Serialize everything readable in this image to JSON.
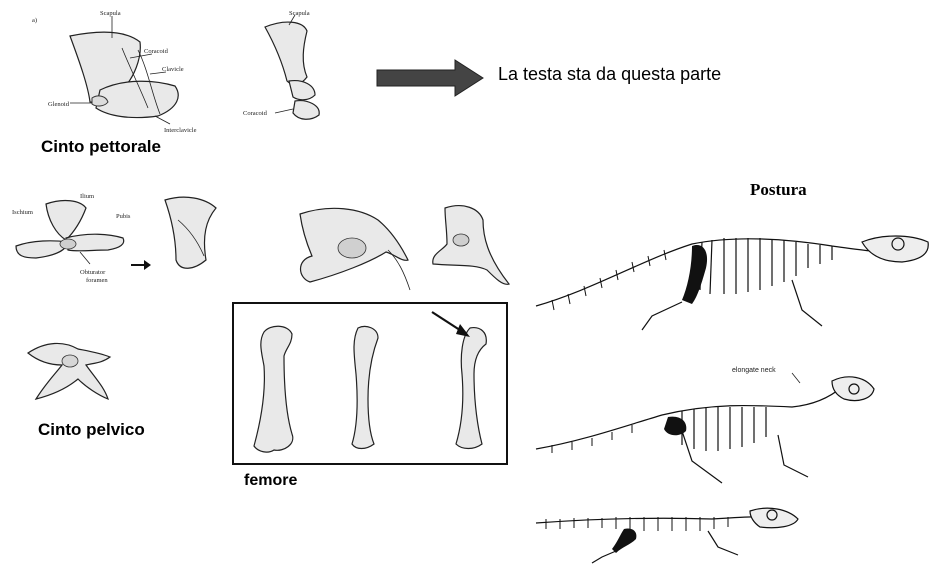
{
  "pectoral": {
    "label_a": "a)",
    "labels": {
      "scapula": "Scapula",
      "coracoid": "Coracoid",
      "clavicle": "Clavicle",
      "glenoid": "Glenoid",
      "interclavicle": "Interclavicle"
    },
    "labels_b": {
      "scapula": "Scapula",
      "coracoid": "Coracoid"
    },
    "caption": "Cinto pettorale"
  },
  "arrow_note": "La testa sta da questa parte",
  "pelvic": {
    "labels": {
      "ilium": "Ilium",
      "pubis": "Pubis",
      "ischium": "Ischium",
      "obturator": "Obturator",
      "foramen": "foramen"
    },
    "caption": "Cinto pelvico"
  },
  "femur": {
    "caption": "femore"
  },
  "posture": {
    "title": "Postura",
    "neck_label": "elongate neck"
  }
}
